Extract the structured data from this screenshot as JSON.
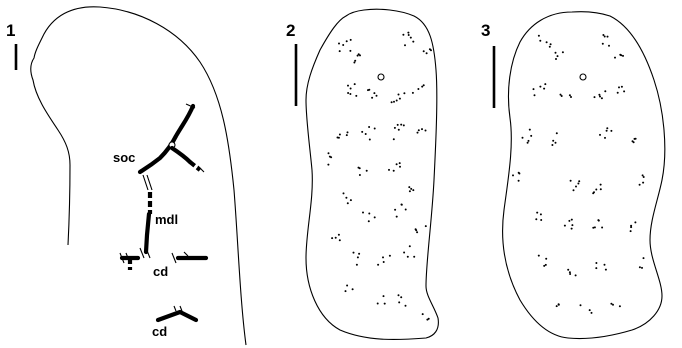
{
  "panels": [
    {
      "number": "1"
    },
    {
      "number": "2"
    },
    {
      "number": "3"
    }
  ],
  "labels": {
    "soc": "soc",
    "mdl": "mdl",
    "cd_upper": "cd",
    "cd_lower": "cd"
  }
}
